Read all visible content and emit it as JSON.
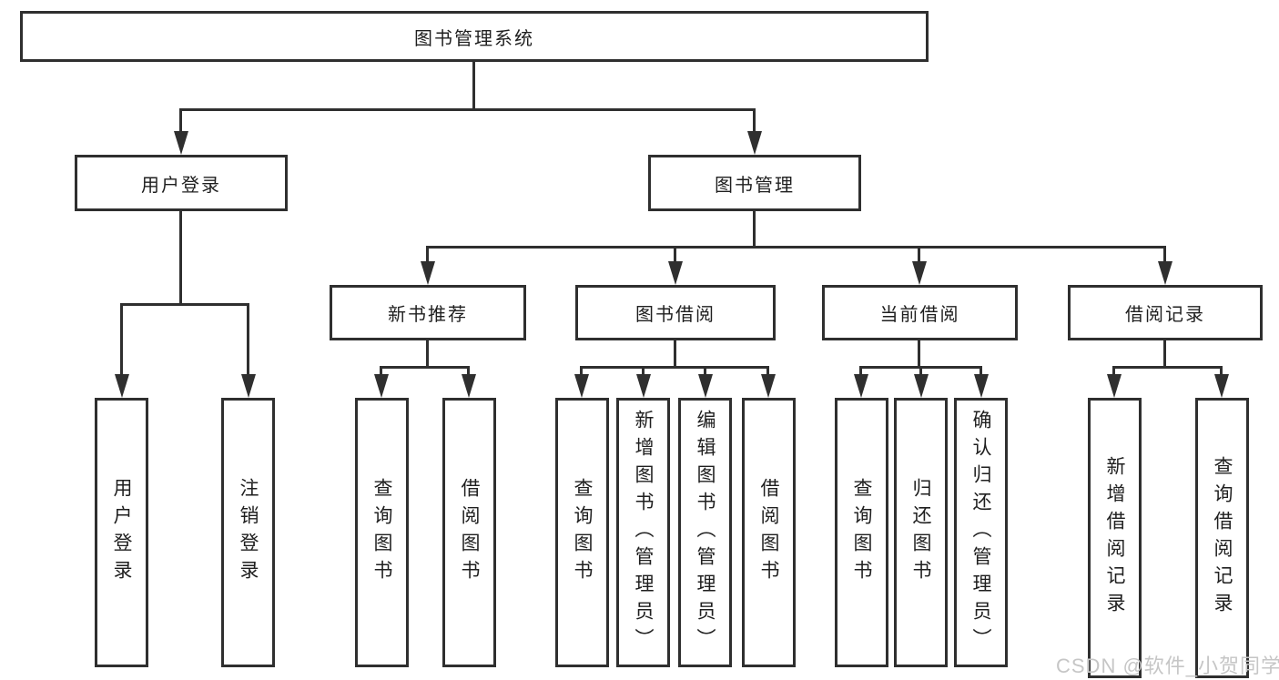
{
  "tree": {
    "root": {
      "label": "图书管理系统"
    },
    "level2": [
      {
        "label": "用户登录",
        "children": [
          "用户登录",
          "注销登录"
        ]
      },
      {
        "label": "图书管理"
      }
    ],
    "level3": [
      {
        "label": "新书推荐",
        "children": [
          "查询图书",
          "借阅图书"
        ]
      },
      {
        "label": "图书借阅",
        "children": [
          "查询图书",
          "新增图书（管理员）",
          "编辑图书（管理员）",
          "借阅图书"
        ]
      },
      {
        "label": "当前借阅",
        "children": [
          "查询图书",
          "归还图书",
          "确认归还（管理员）"
        ]
      },
      {
        "label": "借阅记录",
        "children": [
          "新增借阅记录",
          "查询借阅记录"
        ]
      }
    ]
  },
  "watermark": "CSDN @软件_小贺同学",
  "colors": {
    "line": "#2f2f2f",
    "box_fill": "#ffffff",
    "text": "#1f1f1f",
    "watermark": "#c6c6c6"
  }
}
